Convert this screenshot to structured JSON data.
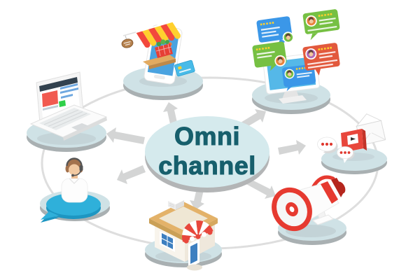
{
  "title": {
    "line1": "Omni",
    "line2": "channel",
    "full": "Omni channel"
  },
  "palette": {
    "background": "#ffffff",
    "center_fill": "#d5eaed",
    "center_rim": "#b3b5b6",
    "center_text": "#175f6c",
    "arrow": "#d4d5d5",
    "ring": "#dedede",
    "platform_top": "#cfe2e6",
    "platform_side": "#a9b0b2",
    "accent_red": "#e8473c",
    "accent_yellow": "#ffd02e",
    "accent_green": "#76c043",
    "accent_blue": "#3b9be0",
    "accent_orange": "#e2593d",
    "support_bubble_blue": "#2fb0da",
    "store_roof_tan": "#e3b269",
    "window_door_blue": "#3d7fc0"
  },
  "nodes": [
    {
      "id": "online-mobile-store",
      "icon": "smartphone-storefront-icon",
      "position": "top"
    },
    {
      "id": "customer-reviews",
      "icon": "monitor-reviews-icon",
      "position": "top-right"
    },
    {
      "id": "messaging-channels",
      "icon": "chat-video-email-icon",
      "position": "right"
    },
    {
      "id": "advertising",
      "icon": "megaphone-icon",
      "position": "bottom-right"
    },
    {
      "id": "physical-store",
      "icon": "shop-building-icon",
      "position": "bottom"
    },
    {
      "id": "call-center-support",
      "icon": "support-agent-bubble-icon",
      "position": "bottom-left"
    },
    {
      "id": "website",
      "icon": "laptop-website-icon",
      "position": "left"
    }
  ],
  "arrows": [
    "up",
    "up-right",
    "right",
    "down-right",
    "down",
    "down-left",
    "left"
  ]
}
